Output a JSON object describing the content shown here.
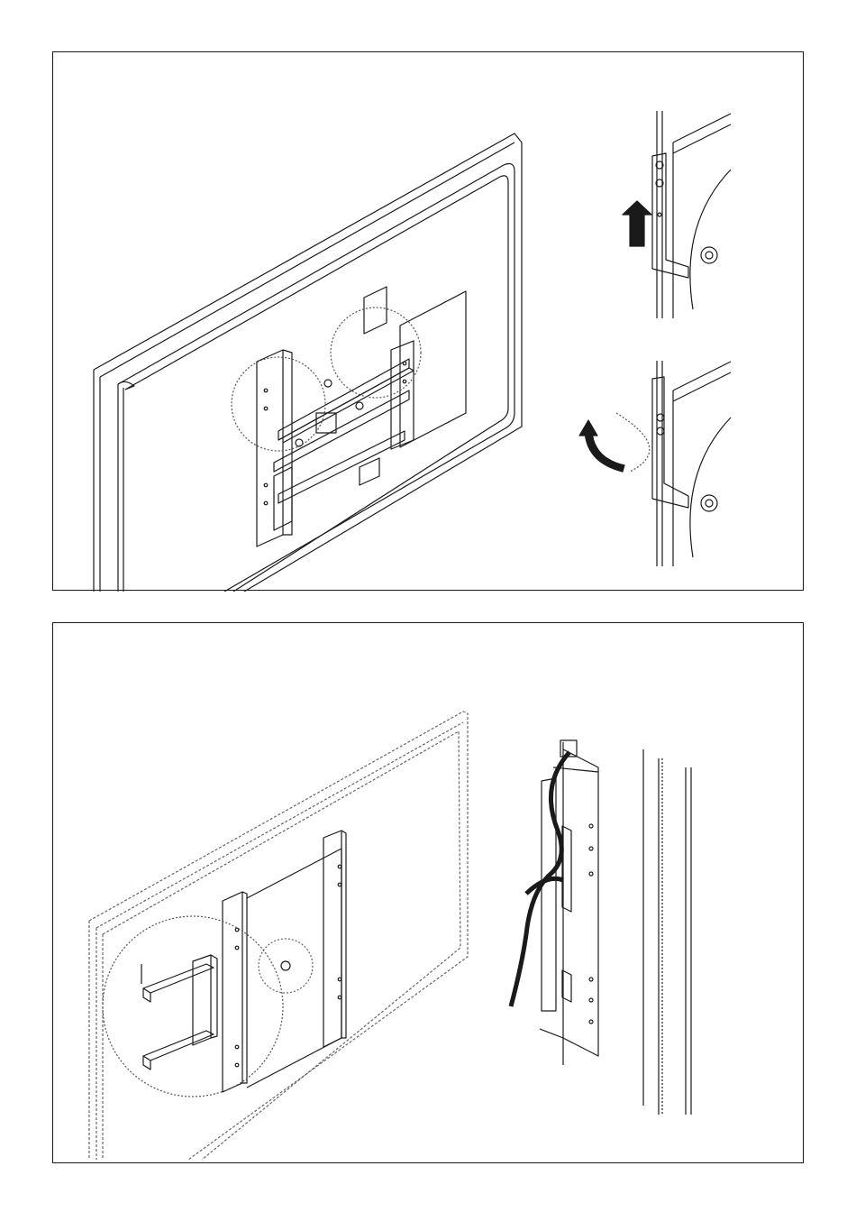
{
  "document": {
    "type": "installation-instructions",
    "panels": [
      {
        "id": "panel-top",
        "illustrations": [
          "tv-back-with-mounting-plate",
          "bracket-lift-detail",
          "bracket-rotate-detail"
        ]
      },
      {
        "id": "panel-bottom",
        "illustrations": [
          "wall-plate-with-arm-detail",
          "cable-routing-detail"
        ]
      }
    ]
  },
  "icons": {
    "arrow_up": "up-arrow-icon",
    "arrow_rotate": "rotate-arrow-icon",
    "detail_circle": "detail-circle-icon"
  },
  "colors": {
    "line": "#1a1a1a",
    "dashed": "#555555",
    "fill_dark": "#333333",
    "background": "#ffffff"
  }
}
